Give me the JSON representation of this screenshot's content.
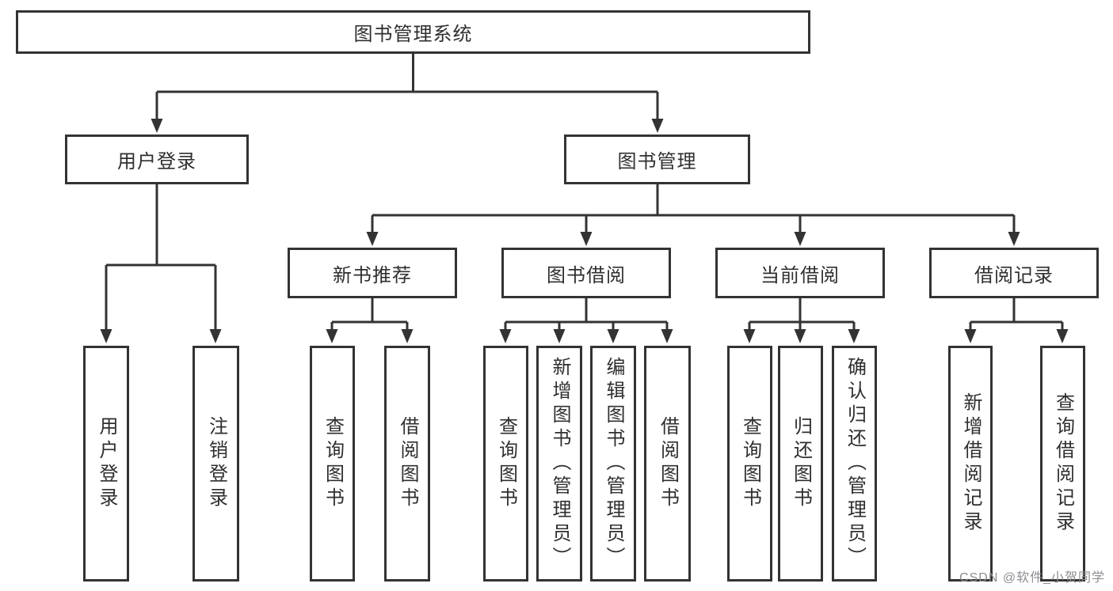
{
  "tree": {
    "root": "图书管理系统",
    "branches": [
      {
        "label": "用户登录",
        "children": [
          "用户登录",
          "注销登录"
        ]
      },
      {
        "label": "图书管理",
        "groups": [
          {
            "label": "新书推荐",
            "children": [
              "查询图书",
              "借阅图书"
            ]
          },
          {
            "label": "图书借阅",
            "children": [
              "查询图书",
              "新增图书（管理员）",
              "编辑图书（管理员）",
              "借阅图书"
            ]
          },
          {
            "label": "当前借阅",
            "children": [
              "查询图书",
              "归还图书",
              "确认归还（管理员）"
            ]
          },
          {
            "label": "借阅记录",
            "children": [
              "新增借阅记录",
              "查询借阅记录"
            ]
          }
        ]
      }
    ]
  },
  "watermark": "CSDN @软件_小贺同学",
  "colors": {
    "line": "#333333",
    "text": "#2f2f2f",
    "box_background": "#ffffff",
    "page_background": "#ffffff",
    "watermark": "#8d8d93"
  }
}
